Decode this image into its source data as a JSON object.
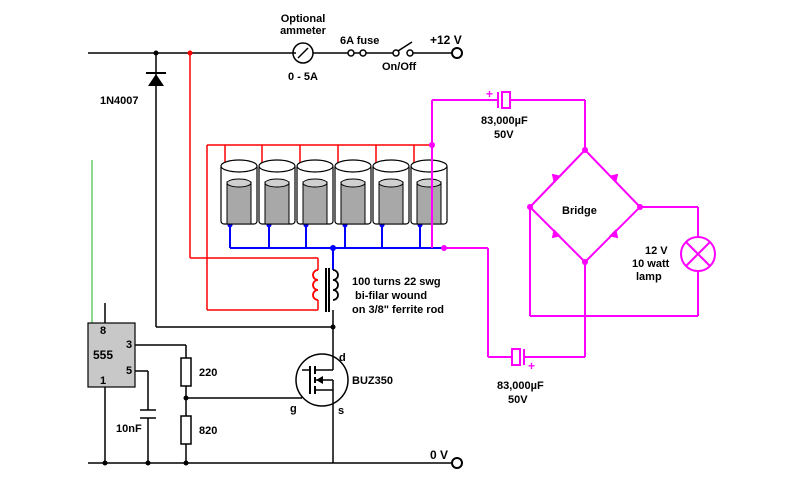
{
  "labels": {
    "ammeter_line1": "Optional",
    "ammeter_line2": "ammeter",
    "ammeter_range": "0 - 5A",
    "fuse": "6A fuse",
    "supply": "+12 V",
    "switch": "On/Off",
    "diode": "1N4007",
    "cap_top_value": "83,000µF",
    "cap_top_voltage": "50V",
    "cap_bottom_value": "83,000µF",
    "cap_bottom_voltage": "50V",
    "bridge": "Bridge",
    "lamp_line1": "12 V",
    "lamp_line2": "10 watt",
    "lamp_line3": "lamp",
    "coil_line1": "100 turns 22 swg",
    "coil_line2": "bi-filar wound",
    "coil_line3": "on 3/8\" ferrite rod",
    "ic_name": "555",
    "ic_pin8": "8",
    "ic_pin3": "3",
    "ic_pin5": "5",
    "ic_pin1": "1",
    "r1": "220",
    "r2": "820",
    "cap_timing": "10nF",
    "mosfet": "BUZ350",
    "pin_d": "d",
    "pin_g": "g",
    "pin_s": "s",
    "ground": "0 V",
    "plus_sign": "+"
  },
  "colors": {
    "wire": "#000000",
    "coil_wire": "#ff0000",
    "collector_wire": "#0000ff",
    "output_wire": "#ff00ff",
    "cell_body": "#a8a8a8"
  }
}
